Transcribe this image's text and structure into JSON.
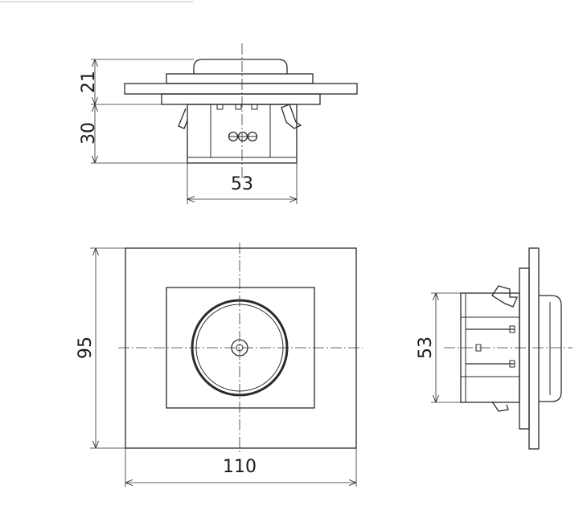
{
  "drawing": {
    "views": [
      "side-view-top",
      "front-view",
      "side-view-right"
    ]
  },
  "dimensions": {
    "top_height_upper": "21",
    "top_height_lower": "30",
    "top_body_width": "53",
    "front_height": "95",
    "front_width": "110",
    "side_body_height": "53"
  }
}
